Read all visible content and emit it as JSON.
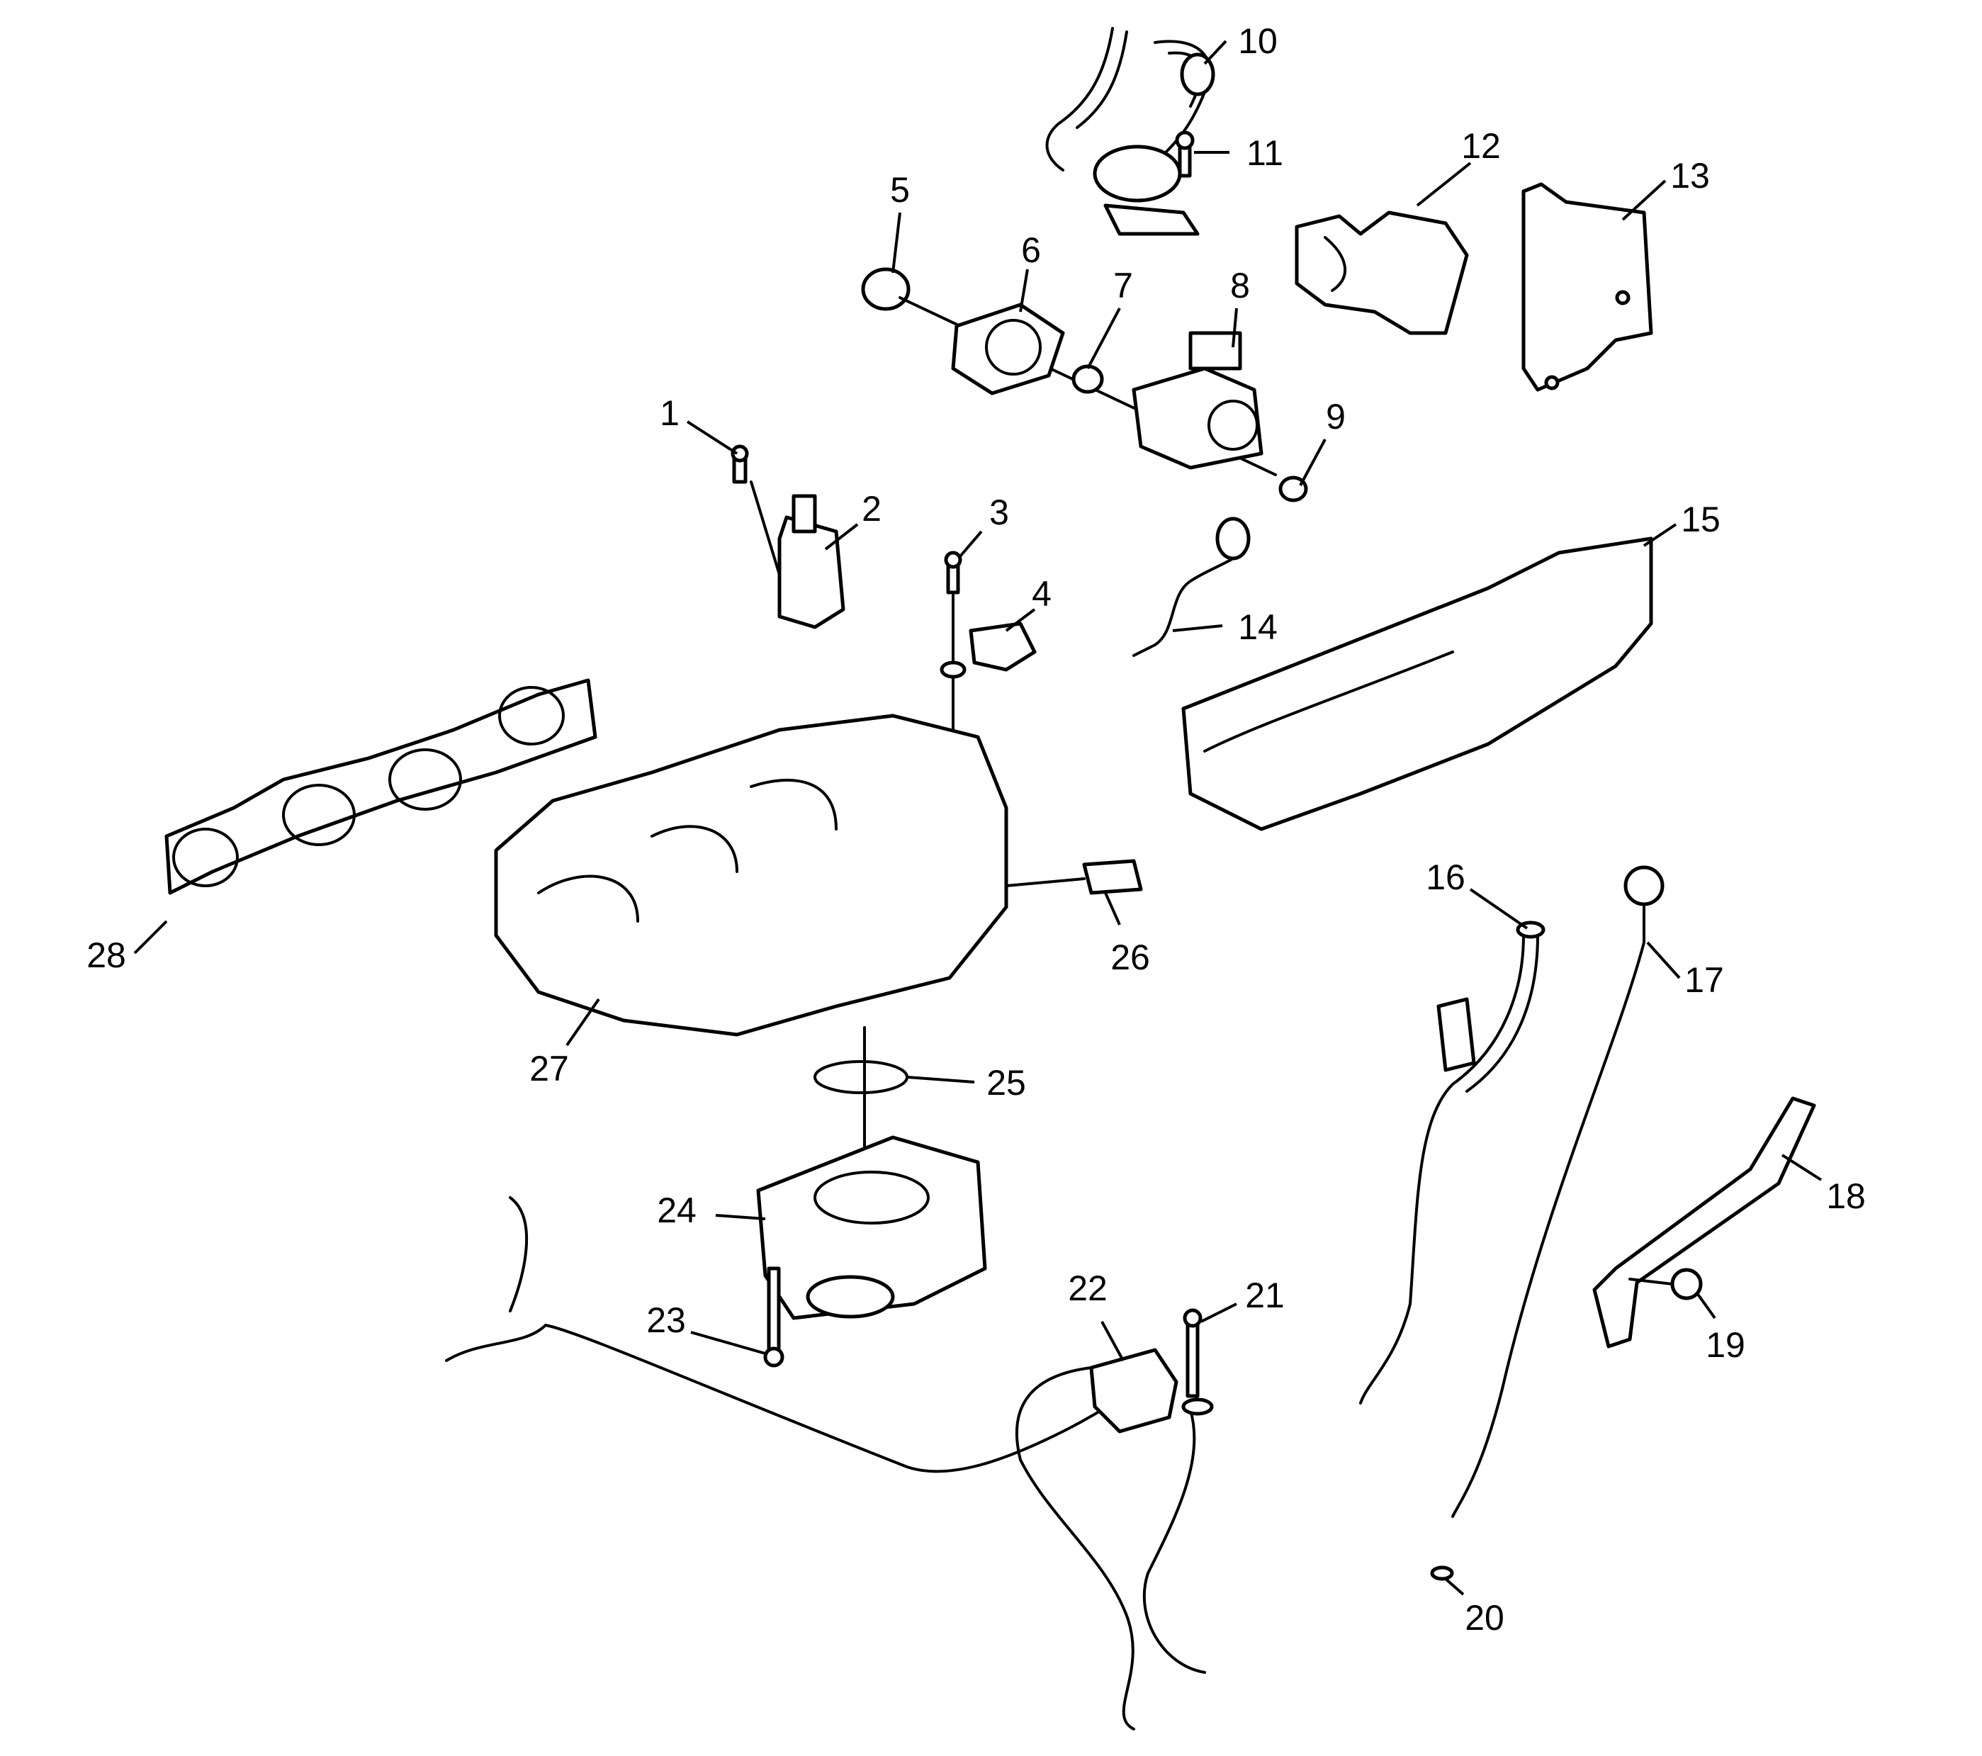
{
  "callouts": [
    {
      "id": 1,
      "label": "1"
    },
    {
      "id": 2,
      "label": "2"
    },
    {
      "id": 3,
      "label": "3"
    },
    {
      "id": 4,
      "label": "4"
    },
    {
      "id": 5,
      "label": "5"
    },
    {
      "id": 6,
      "label": "6"
    },
    {
      "id": 7,
      "label": "7"
    },
    {
      "id": 8,
      "label": "8"
    },
    {
      "id": 9,
      "label": "9"
    },
    {
      "id": 10,
      "label": "10"
    },
    {
      "id": 11,
      "label": "11"
    },
    {
      "id": 12,
      "label": "12"
    },
    {
      "id": 13,
      "label": "13"
    },
    {
      "id": 14,
      "label": "14"
    },
    {
      "id": 15,
      "label": "15"
    },
    {
      "id": 16,
      "label": "16"
    },
    {
      "id": 17,
      "label": "17"
    },
    {
      "id": 18,
      "label": "18"
    },
    {
      "id": 19,
      "label": "19"
    },
    {
      "id": 20,
      "label": "20"
    },
    {
      "id": 21,
      "label": "21"
    },
    {
      "id": 22,
      "label": "22"
    },
    {
      "id": 23,
      "label": "23"
    },
    {
      "id": 24,
      "label": "24"
    },
    {
      "id": 25,
      "label": "25"
    },
    {
      "id": 26,
      "label": "26"
    },
    {
      "id": 27,
      "label": "27"
    },
    {
      "id": 28,
      "label": "28"
    }
  ],
  "colors": {
    "line": "#000000",
    "fill": "#ffffff"
  }
}
